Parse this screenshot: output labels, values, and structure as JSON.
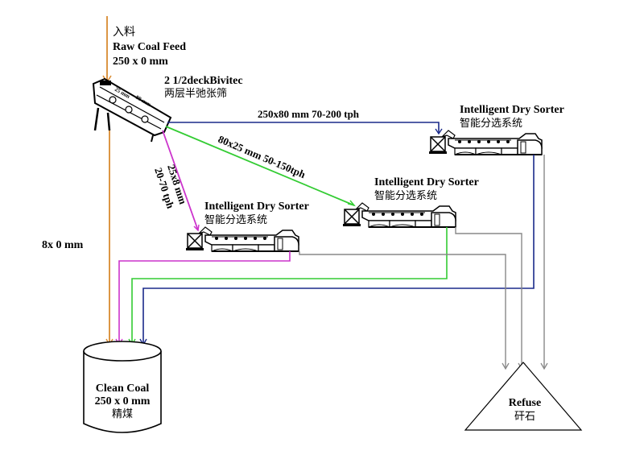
{
  "feed": {
    "zh": "入料",
    "title": "Raw Coal Feed",
    "size": "250 x 0 mm"
  },
  "screen": {
    "name": "2 1/2deckBivitec",
    "zh": "两层半弛张筛",
    "mark_upper": "25 mm",
    "mark_lower": "80 mm"
  },
  "streams": {
    "coarse": "250x80 mm 70-200 tph",
    "medium": "80x25 mm 50-150tph",
    "fine_size": "25x8 mm",
    "fine_rate": "20-70 tph",
    "undersize": "8x 0 mm"
  },
  "sorters": [
    {
      "name": "Intelligent Dry Sorter",
      "zh": "智能分选系统"
    },
    {
      "name": "Intelligent Dry Sorter",
      "zh": "智能分选系统"
    },
    {
      "name": "Intelligent Dry Sorter",
      "zh": "智能分选系统"
    }
  ],
  "clean_coal": {
    "title": "Clean Coal",
    "size": "250 x 0 mm",
    "zh": "精煤"
  },
  "refuse": {
    "title": "Refuse",
    "zh": "矸石"
  },
  "colors": {
    "feed": "#d98a30",
    "coarse": "#1a2a8a",
    "medium": "#33cc33",
    "fine": "#cc33cc",
    "refuse_line": "#888888",
    "outline": "#000000"
  }
}
